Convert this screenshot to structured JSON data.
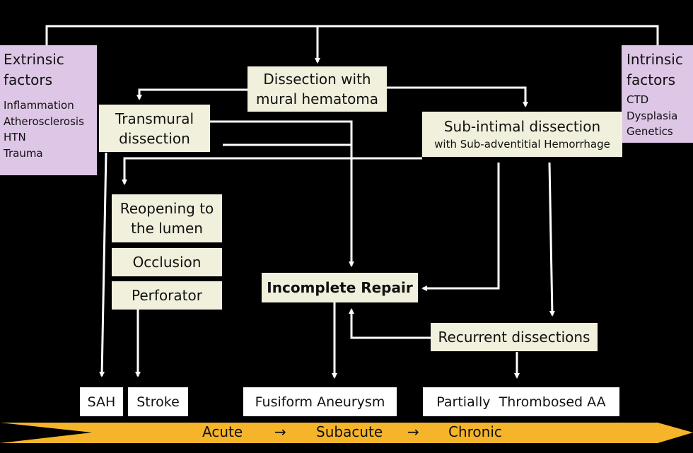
{
  "extrinsic": {
    "title": "Extrinsic factors",
    "items": [
      "Inflammation",
      "Atherosclerosis",
      "HTN",
      "Trauma"
    ]
  },
  "intrinsic": {
    "title": "Intrinsic factors",
    "items": [
      "CTD",
      "Dysplasia",
      "Genetics"
    ]
  },
  "nodes": {
    "dissection_mural": "Dissection with mural hematoma",
    "transmural": "Transmural dissection",
    "subintimal_main": "Sub-intimal dissection",
    "subintimal_sub": "with Sub-adventitial Hemorrhage",
    "reopening": "Reopening to the lumen",
    "occlusion": "Occlusion",
    "perforator": "Perforator",
    "incomplete_repair": "Incomplete Repair",
    "recurrent": "Recurrent dissections"
  },
  "outcomes": {
    "sah": "SAH",
    "stroke": "Stroke",
    "fusiform": "Fusiform Aneurysm",
    "partially": "Partially  Thrombosed AA"
  },
  "timeline": {
    "acute": "Acute",
    "arrow1": "→",
    "subacute": "Subacute",
    "arrow2": "→",
    "chronic": "Chronic",
    "color": "#f5b42a"
  }
}
